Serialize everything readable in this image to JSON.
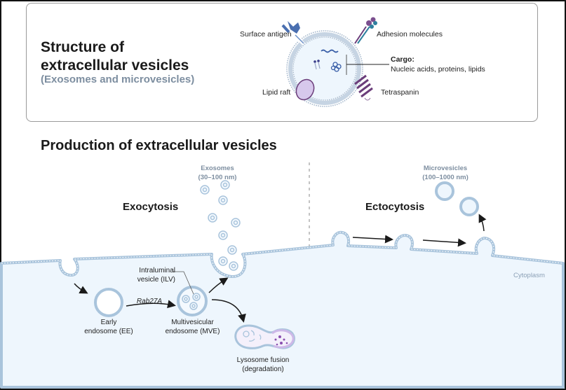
{
  "structure": {
    "title_line1": "Structure of",
    "title_line2": "extracellular vesicles",
    "subtitle": "(Exosomes and microvesicles)",
    "labels": {
      "surface_antigen": "Surface antigen",
      "adhesion_molecules": "Adhesion molecules",
      "cargo_title": "Cargo:",
      "cargo_detail": "Nucleic acids, proteins, lipids",
      "lipid_raft": "Lipid raft",
      "tetraspanin": "Tetraspanin"
    }
  },
  "production": {
    "title": "Production of extracellular vesicles",
    "exocytosis": {
      "title": "Exocytosis",
      "product_name": "Exosomes",
      "product_size": "(30–100 nm)",
      "ilv_label_line1": "Intraluminal",
      "ilv_label_line2": "vesicle (ILV)",
      "early_endosome_line1": "Early",
      "early_endosome_line2": "endosome (EE)",
      "rab_label": "Rab27A",
      "mve_line1": "Multivesicular",
      "mve_line2": "endosome (MVE)",
      "lysosome_line1": "Lysosome fusion",
      "lysosome_line2": "(degradation)"
    },
    "ectocytosis": {
      "title": "Ectocytosis",
      "product_name": "Microvesicles",
      "product_size": "(100–1000 nm)"
    },
    "cytoplasm_label": "Cytoplasm"
  },
  "colors": {
    "membrane": "#a9c4dc",
    "cytoplasm": "#eef6fd",
    "subtitle": "#7d8ea0",
    "purple": "#6b3d7a",
    "antigen_blue": "#4a6fb0",
    "lipid_raft": "#d7c8ec"
  }
}
